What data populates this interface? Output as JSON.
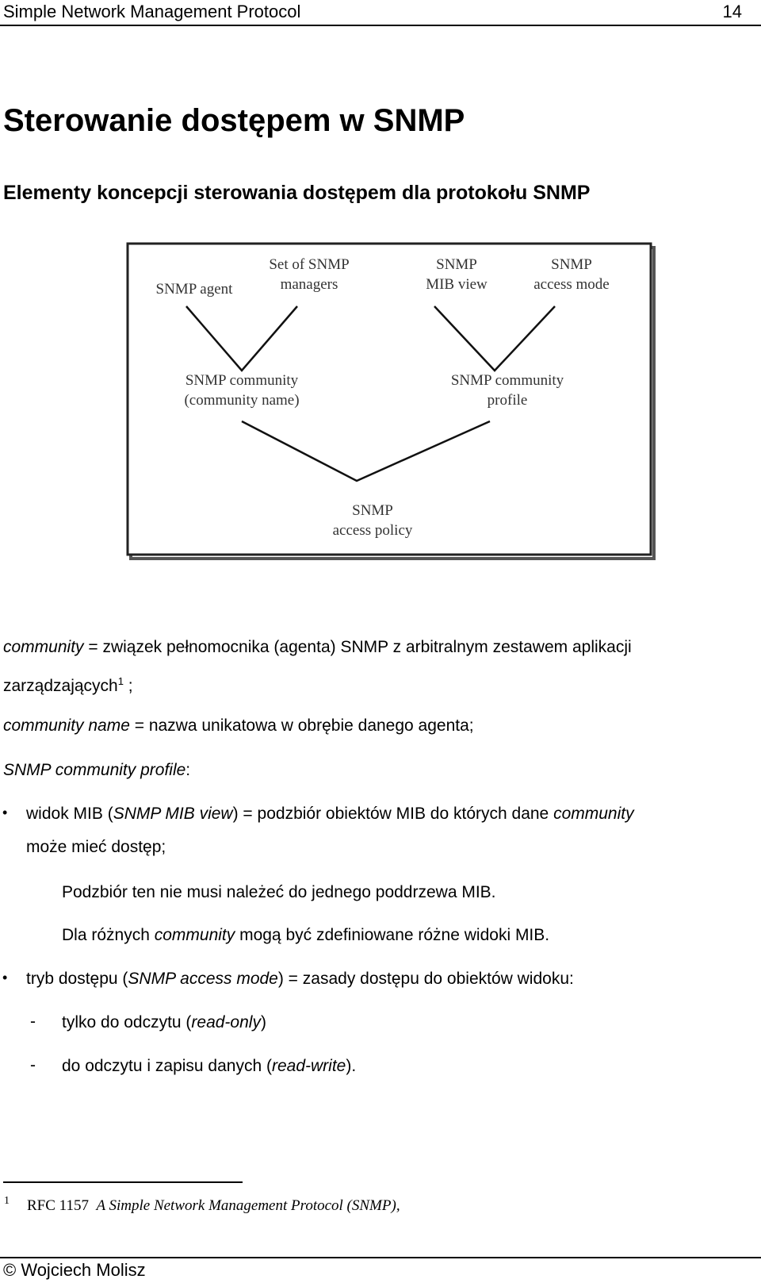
{
  "header": {
    "title": "Simple Network Management Protocol",
    "page_number": "14"
  },
  "heading": "Sterowanie dostępem w SNMP",
  "subheading": "Elementy koncepcji sterowania dostępem dla protokołu SNMP",
  "diagram": {
    "agent": "SNMP agent",
    "managers": [
      "Set of SNMP",
      "managers"
    ],
    "mib_view": [
      "SNMP",
      "MIB view"
    ],
    "access_mode": [
      "SNMP",
      "access mode"
    ],
    "community": [
      "SNMP community",
      "(community name)"
    ],
    "community_profile": [
      "SNMP community",
      "profile"
    ],
    "access_policy": [
      "SNMP",
      "access policy"
    ]
  },
  "body": {
    "p1_term": "community",
    "p1_text": " = związek pełnomocnika (agenta) SNMP z arbitralnym zestawem aplikacji",
    "p1_line2": "zarządzających",
    "p1_footnote_ref": "1",
    "p1_end": " ;",
    "p2_term": "community name",
    "p2_text": " = nazwa unikatowa w obrębie danego agenta;",
    "p3_term": "SNMP community profile",
    "p3_end": ":",
    "b1_a": "widok MIB (",
    "b1_term": "SNMP MIB view",
    "b1_b": ") = podzbiór obiektów MIB do których dane ",
    "b1_term2": "community",
    "b1_line2": "może mieć dostęp;",
    "b1_note1": "Podzbiór ten nie musi należeć do jednego poddrzewa MIB.",
    "b1_note2_a": "Dla różnych ",
    "b1_note2_term": "community",
    "b1_note2_b": " mogą być zdefiniowane różne widoki MIB.",
    "b2_a": "tryb dostępu (",
    "b2_term": "SNMP access mode",
    "b2_b": ")  = zasady dostępu do obiektów widoku:",
    "dash_char": "-",
    "d1_a": "tylko do odczytu (",
    "d1_term": "read-only",
    "d1_b": ")",
    "d2_a": "do odczytu i zapisu danych (",
    "d2_term": "read-write",
    "d2_b": ")."
  },
  "footnote": {
    "number": "1",
    "ref": "RFC 1157",
    "title": "A Simple Network Management Protocol (SNMP),"
  },
  "footer": {
    "author": "© Wojciech Molisz"
  }
}
